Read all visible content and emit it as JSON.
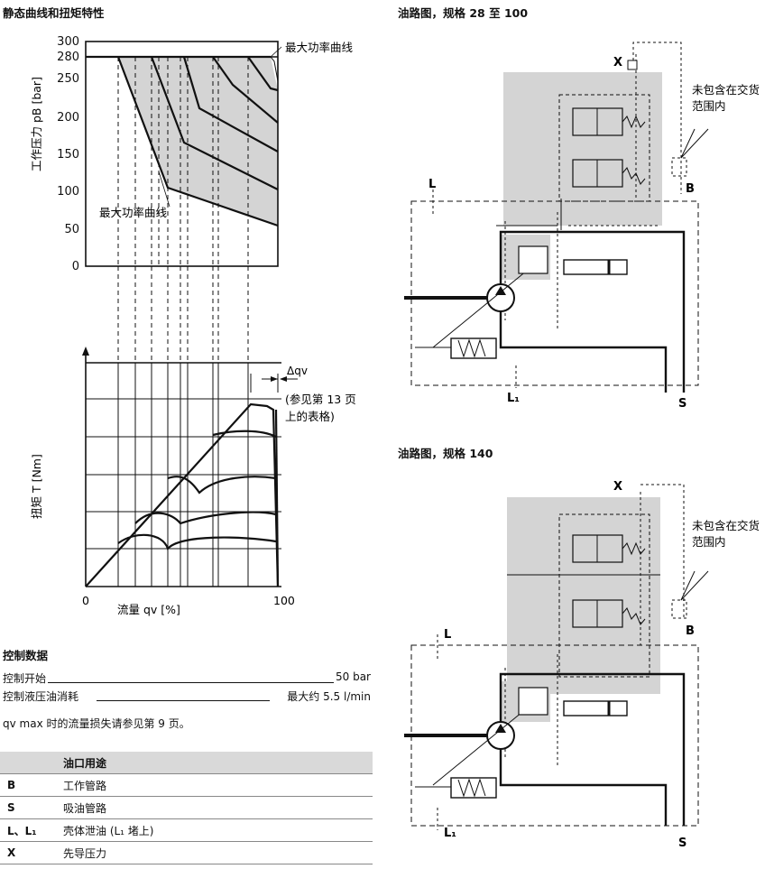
{
  "left_title": "静态曲线和扭矩特性",
  "pressure_chart": {
    "ylabel": "工作压力 pB [bar]",
    "yticks": [
      "300",
      "280",
      "250",
      "200",
      "150",
      "100",
      "50",
      "0"
    ],
    "label_top": "最大功率曲线",
    "label_bottom": "最大功率曲线"
  },
  "torque_chart": {
    "ylabel": "扭矩 T [Nm]",
    "xlabel": "流量 qv [%]",
    "x0": "0",
    "x100": "100",
    "delta_label": "Δqv",
    "note_line1": "(参见第 13 页",
    "note_line2": "上的表格)"
  },
  "chart_data": [
    {
      "type": "line",
      "ylabel": "工作压力 pB [bar]",
      "ylim": [
        0,
        300
      ],
      "yticks": [
        0,
        50,
        100,
        150,
        200,
        250,
        280,
        300
      ],
      "annotations": [
        "最大功率曲线",
        "最大功率曲线"
      ]
    },
    {
      "type": "line",
      "ylabel": "扭矩 T [Nm]",
      "xlabel": "流量 qv [%]",
      "xlim": [
        0,
        100
      ],
      "annotations": [
        "Δqv",
        "(参见第 13 页",
        "上的表格)"
      ]
    }
  ],
  "control": {
    "title": "控制数据",
    "row1_label": "控制开始",
    "row1_value": "50 bar",
    "row2_label": "控制液压油消耗",
    "row2_value": "最大约 5.5 l/min",
    "note": "qv max 时的流量损失请参见第 9 页。"
  },
  "ports": {
    "header": "油口用途",
    "rows": [
      {
        "port": "B",
        "use": "工作管路"
      },
      {
        "port": "S",
        "use": "吸油管路"
      },
      {
        "port": "L、L₁",
        "use": "壳体泄油 (L₁ 堵上)"
      },
      {
        "port": "X",
        "use": "先导压力"
      }
    ]
  },
  "circuit1": {
    "title": "油路图，规格 28 至 100",
    "note_line1": "未包含在交货",
    "note_line2": "范围内",
    "port_x": "X",
    "port_l": "L",
    "port_b": "B",
    "port_l1": "L₁",
    "port_s": "S"
  },
  "circuit2": {
    "title": "油路图，规格 140",
    "note_line1": "未包含在交货",
    "note_line2": "范围内",
    "port_x": "X",
    "port_l": "L",
    "port_b": "B",
    "port_l1": "L₁",
    "port_s": "S"
  }
}
